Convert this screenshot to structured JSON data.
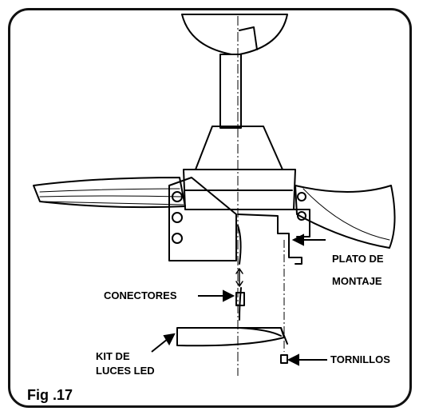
{
  "labels": {
    "plato_line1": "PLATO DE",
    "plato_line2": "MONTAJE",
    "conectores": "CONECTORES",
    "kit_line1": "KIT DE",
    "kit_line2": "LUCES LED",
    "tornillos": "TORNILLOS"
  },
  "figure": {
    "caption": "Fig .17"
  }
}
